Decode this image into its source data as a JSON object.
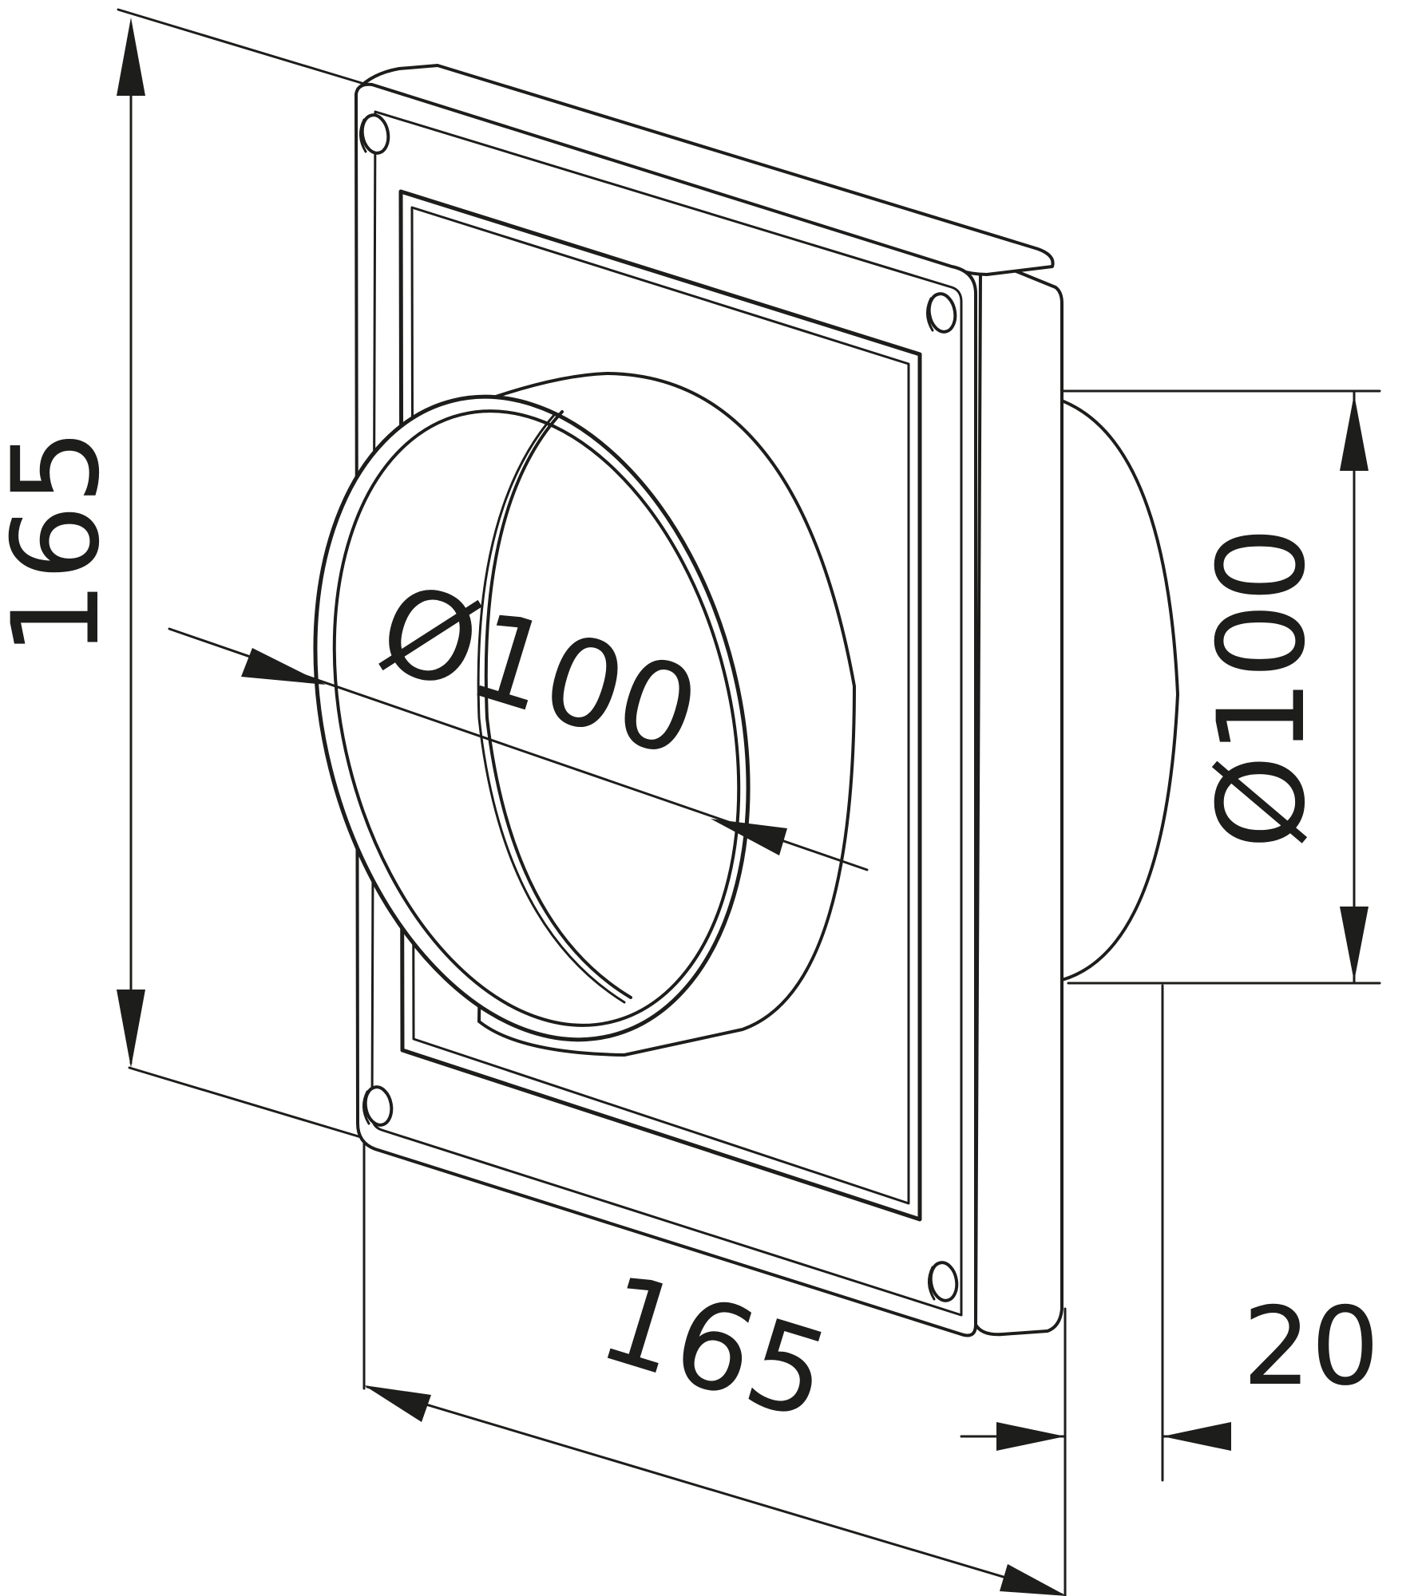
{
  "drawing": {
    "dimensions": {
      "height_label": "165",
      "width_label": "165",
      "front_diameter_label": "Ø100",
      "rear_diameter_label": "Ø100",
      "depth_label": "20"
    },
    "colors": {
      "line": "#1d1d1b",
      "background": "#ffffff"
    }
  }
}
